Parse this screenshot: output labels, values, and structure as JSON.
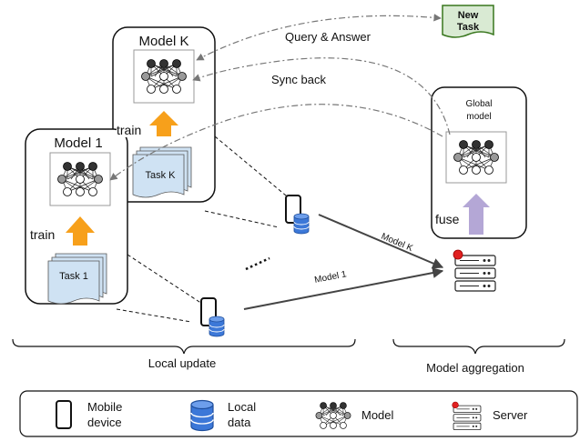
{
  "model_k_card": {
    "title": "Model K",
    "train_label": "train",
    "task_label": "Task K"
  },
  "model_1_card": {
    "title": "Model 1",
    "train_label": "train",
    "task_label": "Task 1"
  },
  "global_card": {
    "title_line1": "Global",
    "title_line2": "model",
    "fuse_label": "fuse"
  },
  "new_task": {
    "line1": "New",
    "line2": "Task"
  },
  "arrows": {
    "query_answer": "Query & Answer",
    "sync_back": "Sync back",
    "model_k_upload": "Model K",
    "model_1_upload": "Model 1"
  },
  "sections": {
    "local_update": "Local update",
    "model_aggregation": "Model aggregation"
  },
  "legend": {
    "mobile_line1": "Mobile",
    "mobile_line2": "device",
    "data_line1": "Local",
    "data_line2": "data",
    "model": "Model",
    "server": "Server"
  },
  "colors": {
    "train_arrow": "#F7A01B",
    "fuse_arrow": "#B4A7D6",
    "task_doc": "#CFE2F3",
    "new_task_fill": "#D9EAD3",
    "new_task_stroke": "#38761D",
    "database": "#3C78D8",
    "server_dot": "#E02020",
    "node_gray": "#999999"
  },
  "icons": [
    "neural-network-icon",
    "mobile-phone-icon",
    "database-icon",
    "server-icon",
    "document-stack-icon"
  ]
}
